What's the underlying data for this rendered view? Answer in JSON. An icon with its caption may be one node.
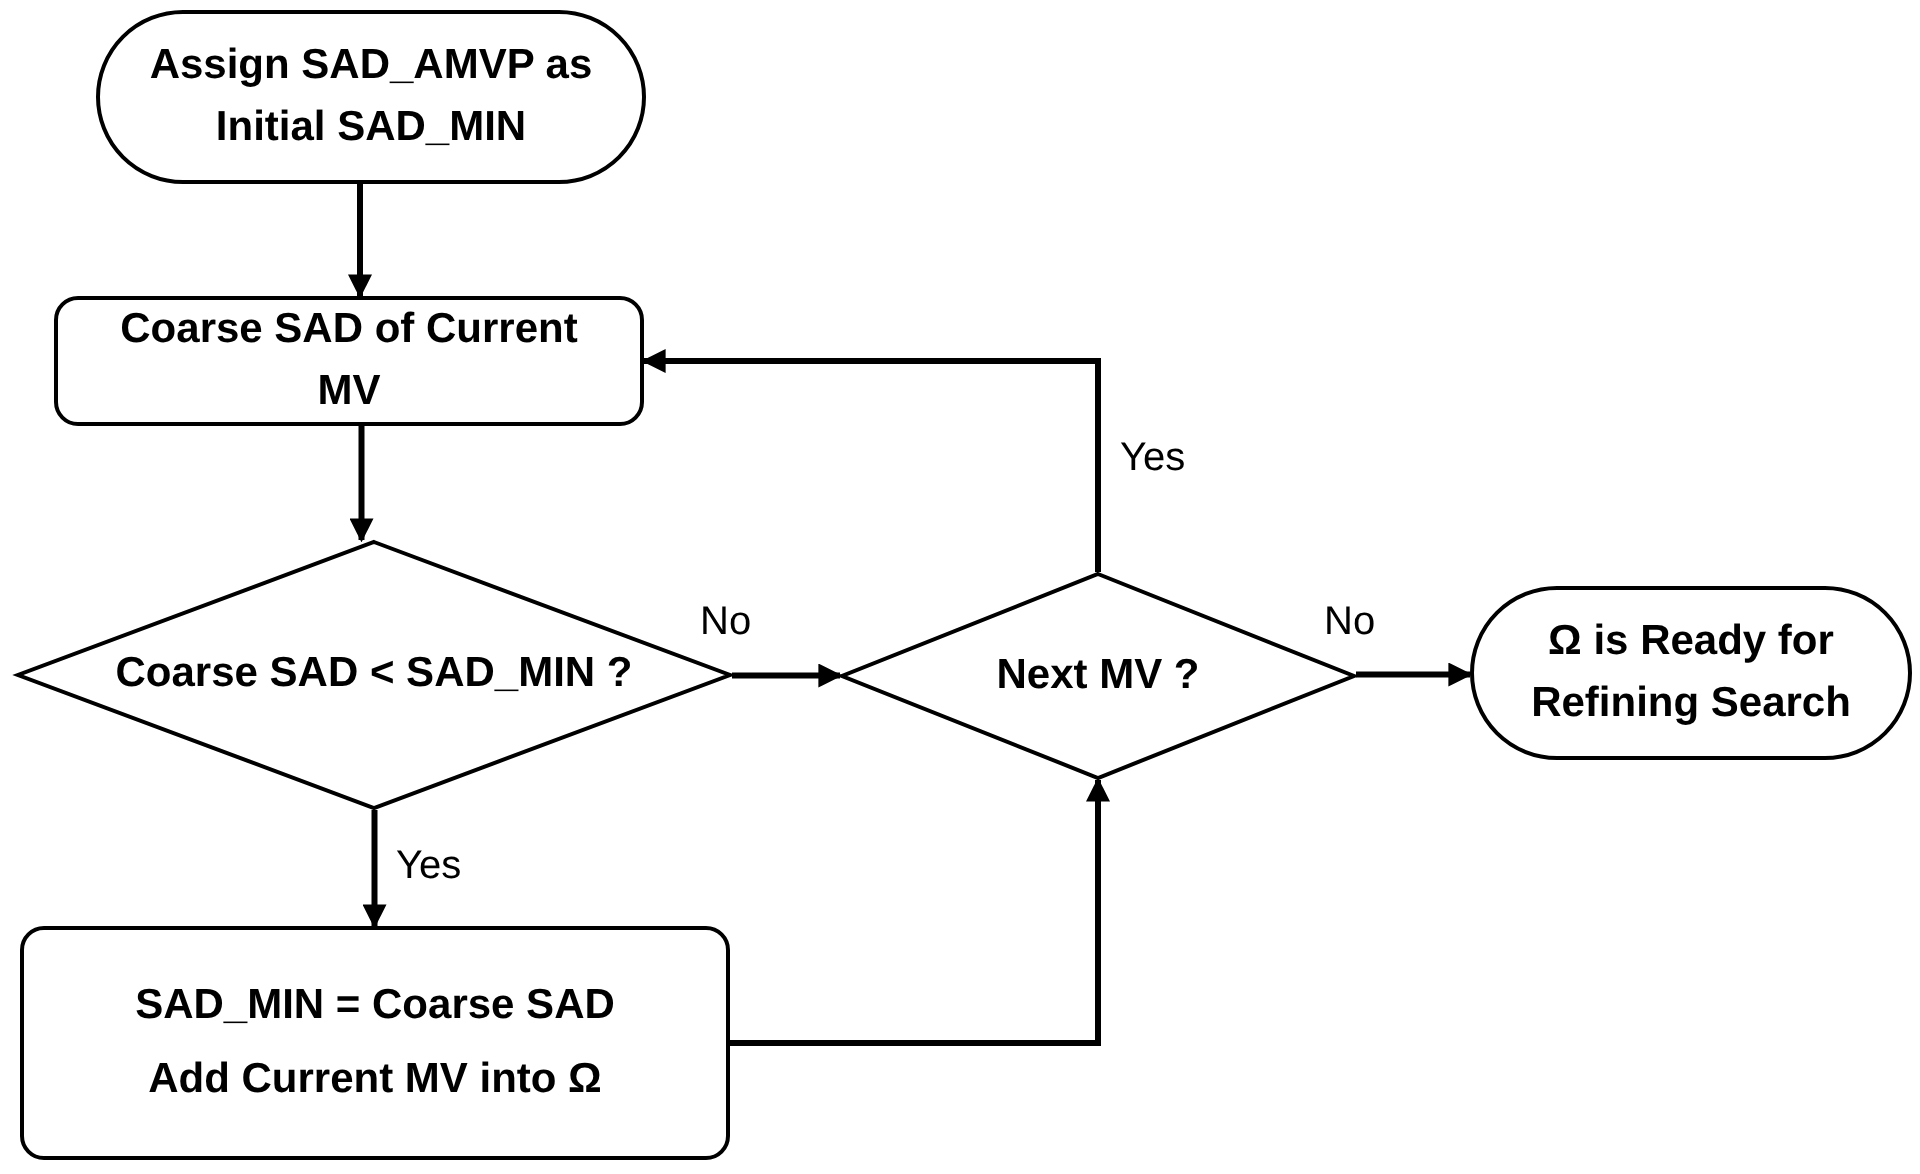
{
  "diagram": {
    "nodes": [
      {
        "text": [
          "Assign SAD_AMVP as Initial SAD_MIN"
        ]
      },
      {
        "text": [
          "Coarse SAD of Current MV"
        ]
      },
      {
        "text": [
          "Coarse SAD < SAD_MIN ?"
        ]
      },
      {
        "text": [
          "Next MV ?"
        ]
      },
      {
        "text": [
          "Ω is Ready for Refining Search"
        ]
      },
      {
        "text": [
          "SAD_MIN = Coarse SAD",
          "Add Current MV into Ω"
        ]
      }
    ],
    "edges": [
      {
        "from": 0,
        "to": 1,
        "arrow": "to"
      },
      {
        "from": 1,
        "to": 2,
        "arrow": "to"
      },
      {
        "from": 2,
        "to": 3,
        "arrow": "to",
        "label": "No"
      },
      {
        "from": 2,
        "to": 5,
        "arrow": "to",
        "label": "Yes"
      },
      {
        "from": 5,
        "to": 3,
        "arrow": "to"
      },
      {
        "from": 3,
        "to": 1,
        "arrow": "to",
        "label": "Yes"
      },
      {
        "from": 3,
        "to": 4,
        "arrow": "to",
        "label": "No"
      }
    ]
  }
}
